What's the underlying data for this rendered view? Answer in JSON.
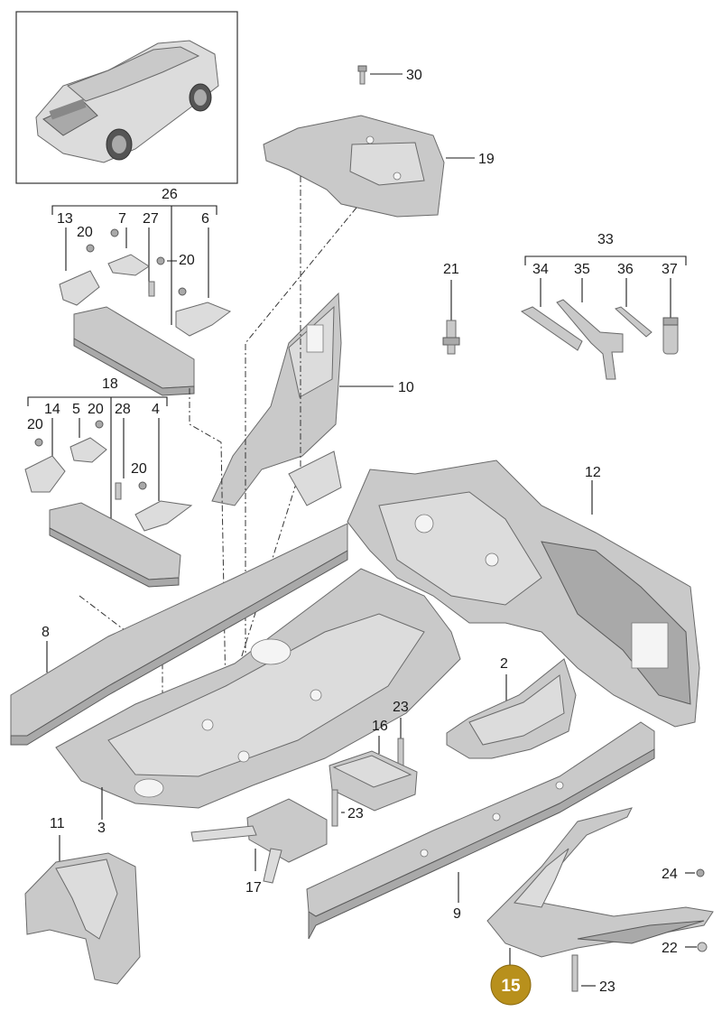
{
  "labels": {
    "l30": "30",
    "l19": "19",
    "l26": "26",
    "l13": "13",
    "l20a": "20",
    "l7": "7",
    "l27": "27",
    "l6": "6",
    "l20b": "20",
    "l33": "33",
    "l21": "21",
    "l34": "34",
    "l35": "35",
    "l36": "36",
    "l37": "37",
    "l10": "10",
    "l18": "18",
    "l14": "14",
    "l5": "5",
    "l20c": "20",
    "l28": "28",
    "l4": "4",
    "l20d": "20",
    "l20e": "20",
    "l12": "12",
    "l8": "8",
    "l2": "2",
    "l23a": "23",
    "l16": "16",
    "l3": "3",
    "l23b": "23",
    "l11": "11",
    "l17": "17",
    "l9": "9",
    "l24": "24",
    "l22": "22",
    "l23c": "23"
  },
  "badge": {
    "text": "15",
    "color": "#b8901c"
  },
  "colors": {
    "part": "#c9c9c9",
    "line": "#1a1a1a"
  }
}
